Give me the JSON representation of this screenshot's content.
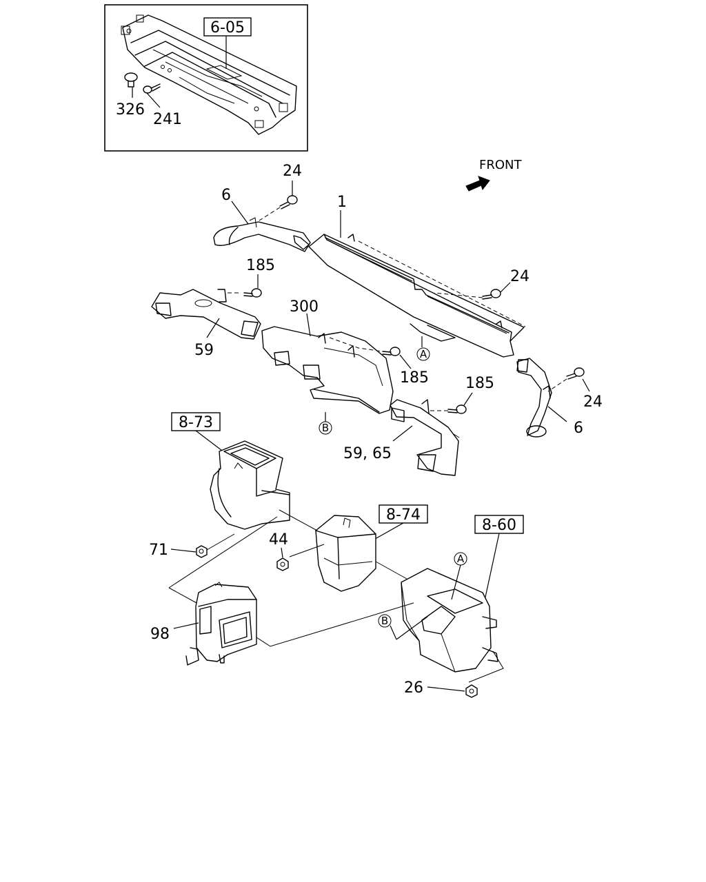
{
  "inset": {
    "ref": "6-05",
    "parts": [
      "326",
      "241"
    ]
  },
  "front_label": "FRONT",
  "refs": {
    "r873": "8-73",
    "r874": "8-74",
    "r860": "8-60"
  },
  "labels": {
    "p24a": "24",
    "p6a": "6",
    "p1": "1",
    "p185a": "185",
    "p24b": "24",
    "p300": "300",
    "p59": "59",
    "p185b": "185",
    "p185c": "185",
    "p24c": "24",
    "p6b": "6",
    "p5965": "59, 65",
    "p71": "71",
    "p44": "44",
    "p98": "98",
    "p26": "26"
  },
  "callouts": {
    "a": "A",
    "b": "B"
  }
}
